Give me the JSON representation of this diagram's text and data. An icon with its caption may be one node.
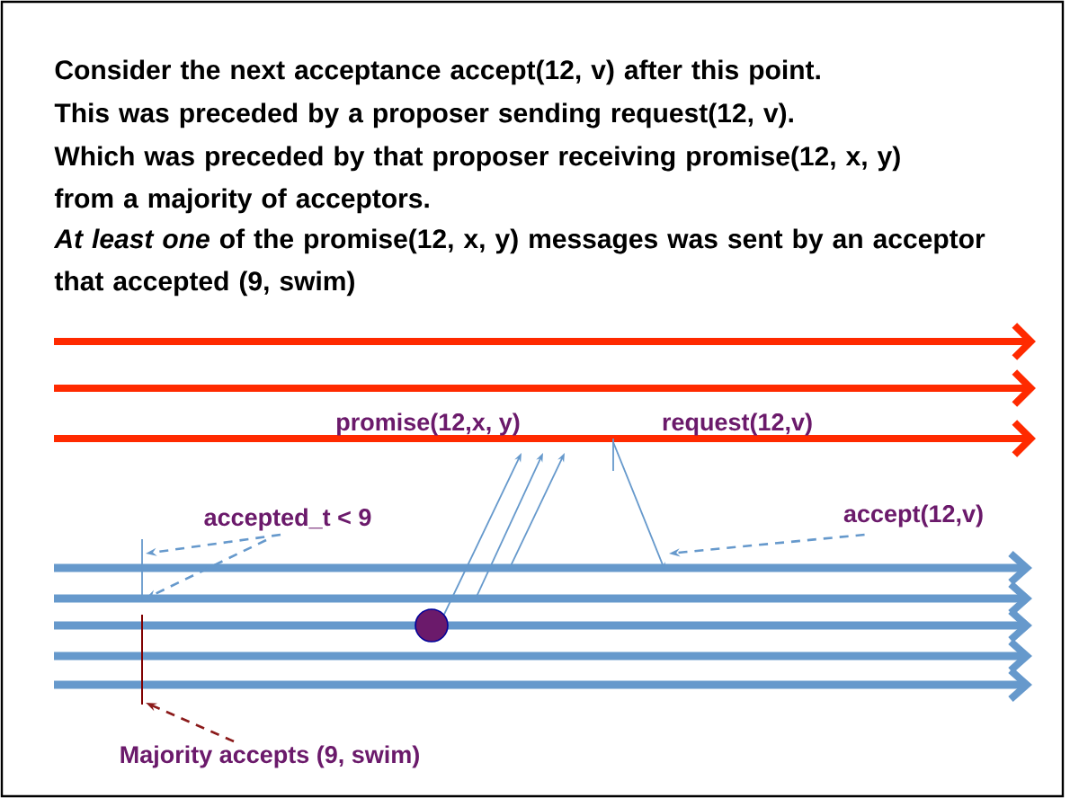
{
  "diagram": {
    "nodes": [
      {
        "text": [
          "accepted_t < 9"
        ]
      },
      {
        "text": [
          "accept(12,v)"
        ]
      },
      {
        "text": [
          "Majority accepts (9, swim)"
        ]
      }
    ],
    "edges": [
      {
        "from": 0,
        "to": null,
        "arrow": "to",
        "style": "dashed"
      },
      {
        "from": 0,
        "to": null,
        "arrow": "to",
        "style": "dashed"
      },
      {
        "from": 1,
        "to": null,
        "arrow": "to",
        "style": "dashed"
      },
      {
        "from": 2,
        "to": null,
        "arrow": "to",
        "style": "dashed",
        "color": "#8b1a1a"
      }
    ],
    "labels": [
      "Consider the next acceptance accept(12, v) after this point.",
      "This was preceded by a proposer sending request(12, v).",
      "Which was preceded by that proposer receiving promise(12, x, y) from a majority of acceptors.",
      "*At least one* of the promise(12, x, y) messages was sent by an acceptor that accepted (9, swim)",
      "promise(12,x, y)",
      "request(12,v)"
    ]
  }
}
